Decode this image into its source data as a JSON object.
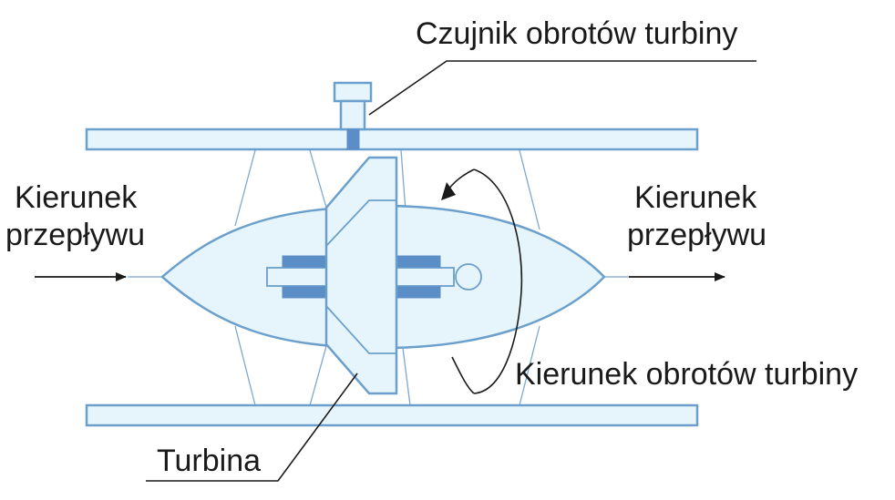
{
  "labels": {
    "sensor": "Czujnik obrotów turbiny",
    "flow_in_line1": "Kierunek",
    "flow_in_line2": "przepływu",
    "flow_out_line1": "Kierunek",
    "flow_out_line2": "przepływu",
    "rotation": "Kierunek obrotów turbiny",
    "turbine": "Turbina"
  },
  "colors": {
    "outline": "#6b9fcc",
    "fill": "#e6f5fb",
    "accent": "#5b8dc6",
    "text": "#1a1a1a"
  }
}
